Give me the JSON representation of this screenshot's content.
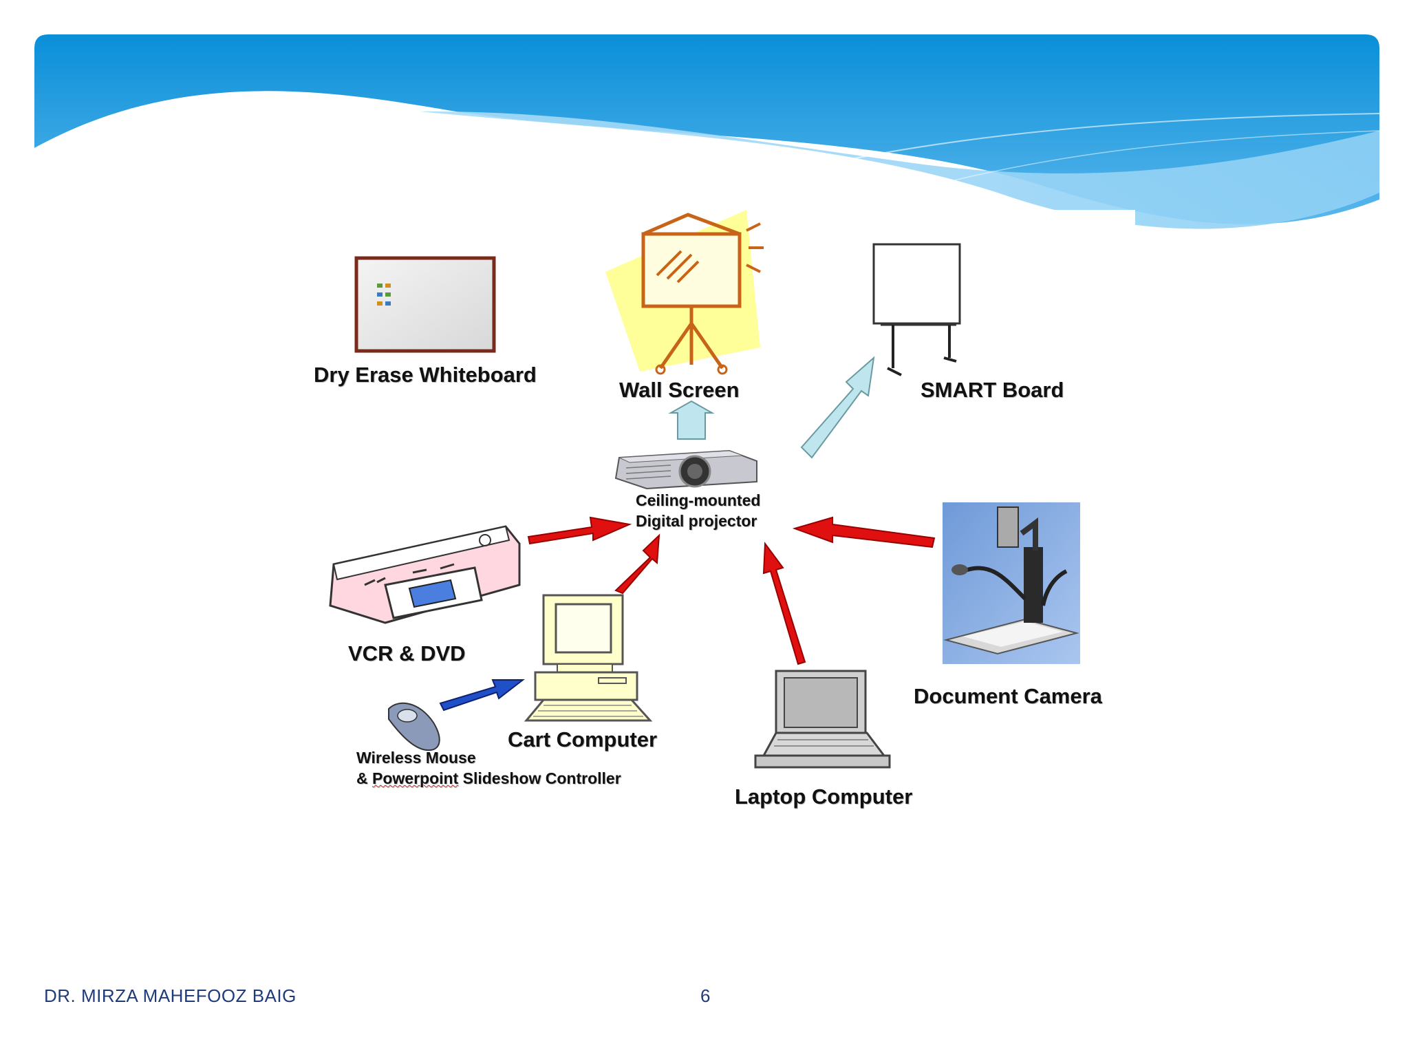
{
  "colors": {
    "banner_top": "#0a8fd8",
    "banner_light": "#8fd0f5",
    "arrow_red": "#e01010",
    "arrow_blue": "#2050c8",
    "arrow_light": "#bfe6ee",
    "footer_text": "#1f3b7a"
  },
  "diagram": {
    "nodes": {
      "whiteboard": {
        "label": "Dry Erase Whiteboard",
        "icon": "whiteboard-icon"
      },
      "wall_screen": {
        "label": "Wall Screen",
        "icon": "projection-screen-icon"
      },
      "smart_board": {
        "label": "SMART Board",
        "icon": "smart-board-icon"
      },
      "projector": {
        "label_line1": "Ceiling-mounted",
        "label_line2": "Digital projector",
        "icon": "projector-icon"
      },
      "vcr_dvd": {
        "label": "VCR & DVD",
        "icon": "vcr-dvd-icon"
      },
      "document_camera": {
        "label": "Document Camera",
        "icon": "document-camera-icon"
      },
      "cart_computer": {
        "label": "Cart Computer",
        "icon": "desktop-computer-icon"
      },
      "laptop": {
        "label": "Laptop Computer",
        "icon": "laptop-icon"
      },
      "wireless_mouse": {
        "label_line1": "Wireless Mouse",
        "label_line2_prefix": "& ",
        "label_line2_underlined": "Powerpoint",
        "label_line2_suffix": " Slideshow Controller",
        "icon": "wireless-mouse-icon"
      }
    }
  },
  "footer": {
    "author": "DR. MIRZA MAHEFOOZ BAIG",
    "page_number": "6"
  }
}
